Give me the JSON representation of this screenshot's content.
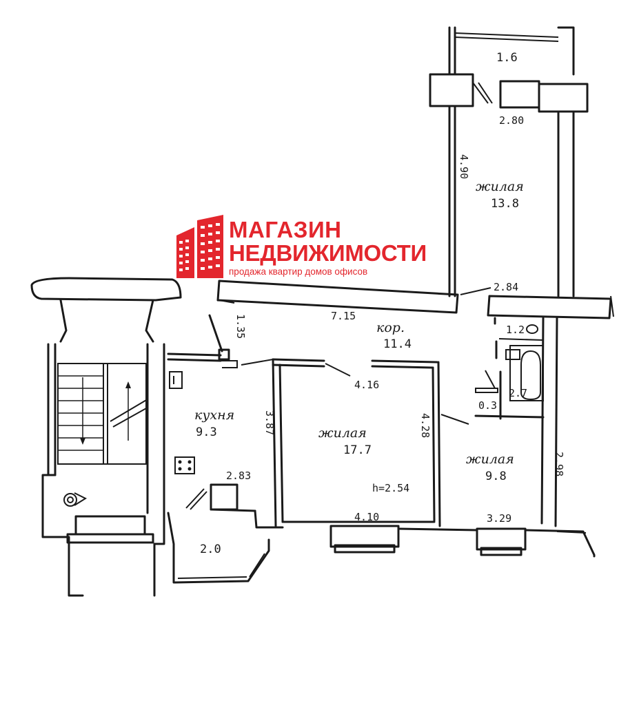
{
  "logo": {
    "line1": "МАГАЗИН",
    "line2": "НЕДВИЖИМОСТИ",
    "line3": "продажа квартир домов офисов",
    "color": "#e3262d"
  },
  "rooms": {
    "balcony_area": "1.6",
    "bedroom_top_name": "жилая",
    "bedroom_top_area": "13.8",
    "corridor_name": "кор.",
    "corridor_area": "11.4",
    "bath_area": "1.2",
    "toilet_area": "2.7",
    "closet_area": "0.3",
    "kitchen_name": "кухня",
    "kitchen_area": "9.3",
    "living_center_name": "жилая",
    "living_center_area": "17.7",
    "living_right_name": "жилая",
    "living_right_area": "9.8",
    "loggia_area": "2.0"
  },
  "dimensions": {
    "d_2_80": "2.80",
    "d_4_90": "4.90",
    "d_2_84": "2.84",
    "d_7_15": "7.15",
    "d_1_35": "1.35",
    "d_4_16": "4.16",
    "d_3_87": "3.87",
    "d_4_28": "4.28",
    "d_2_98": "2.98",
    "d_2_83": "2.83",
    "d_4_10": "4.10",
    "d_3_29": "3.29",
    "ceiling_height": "h=2.54"
  }
}
